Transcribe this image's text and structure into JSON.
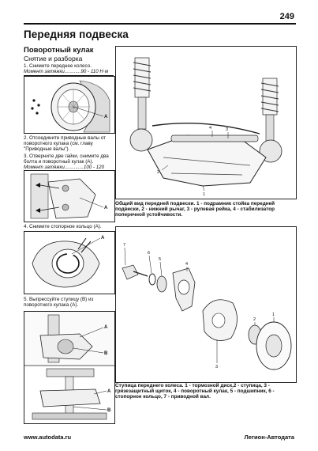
{
  "page_number": "249",
  "page_title": "Передняя подвеска",
  "section": {
    "title": "Поворотный кулак",
    "subtitle": "Снятие и разборка",
    "step1": "1. Снимите переднее колесо.",
    "torque1": "Момент затяжки............90 - 110 Н·м",
    "step2": "2. Отсоедините приводные валы от поворотного кулака (см. главу \"Приводные валы\").",
    "step3": "3. Отверните две гайки, снимите два болта и поворотный кулак (А).",
    "torque2": "Момент затяжки..............100 - 120 Н·м",
    "step4": "4. Снимите стопорное кольцо (А).",
    "step5": "5. Выпрессуйте ступицу (В) из поворотного кулака (А)."
  },
  "figure_labels": {
    "A": "A",
    "B": "B",
    "n1": "1",
    "n2": "2",
    "n3": "3",
    "n4": "4",
    "n5": "5",
    "n6": "6",
    "n7": "7"
  },
  "captions": {
    "suspension_overview": "Общий вид передней подвески. 1 - подрамник стойка передней подвески, 2 - нижний рычаг, 3 - рулевая рейка, 4 - стабилизатор поперечной устойчивости.",
    "hub_assembly": "Ступица переднего колеса. 1 - тормозной диск,2 - ступица, 3 - грязезащитный щиток, 4 - поворотный кулак, 5 - подшипник, 6 - стопорное кольцо, 7 - приводной вал."
  },
  "footer": {
    "left": "www.autodata.ru",
    "right": "Легион-Автодата"
  }
}
